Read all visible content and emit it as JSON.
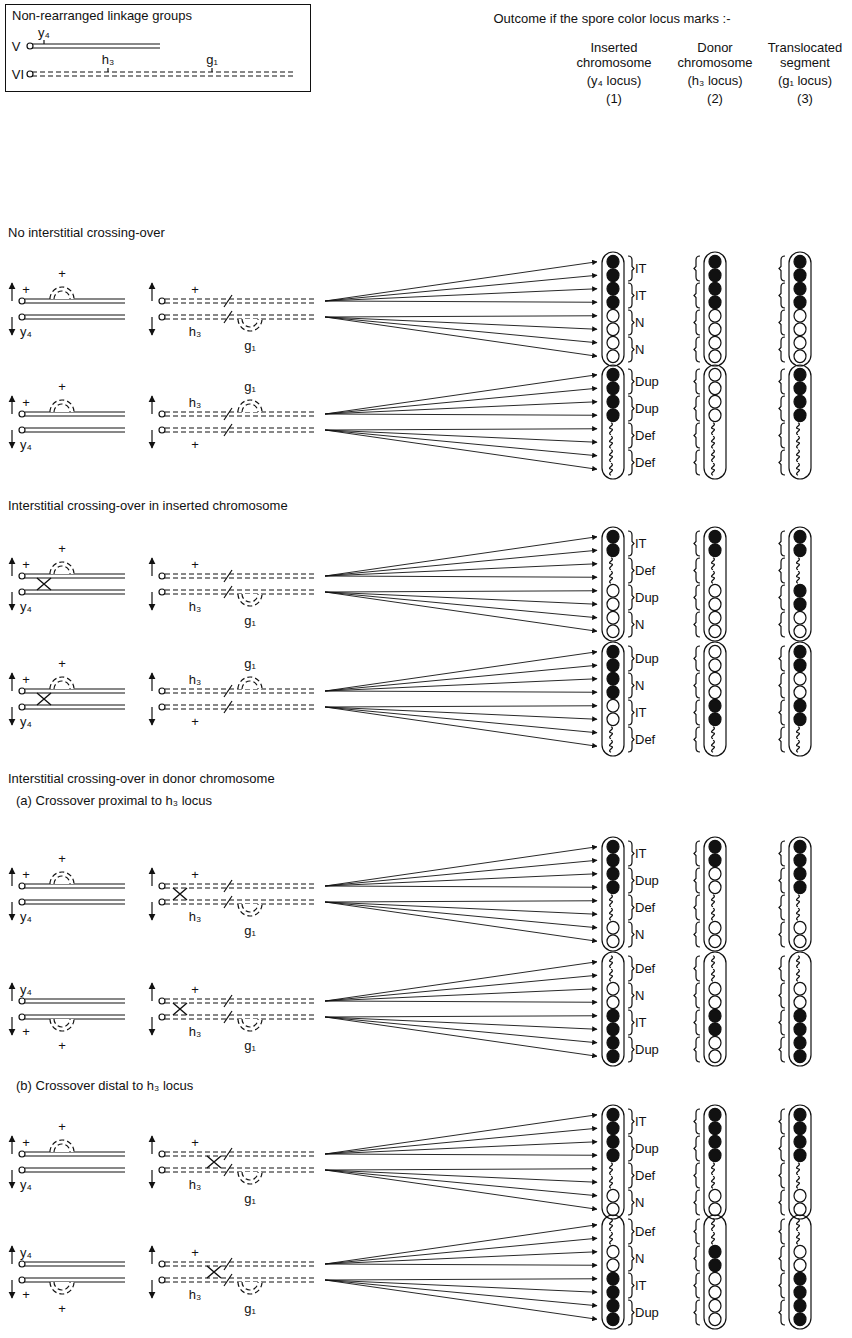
{
  "diagram": {
    "nodes": [
      {
        "text": [
          "Non-rearranged linkage groups"
        ]
      }
    ],
    "labels": [
      "V",
      "y₄",
      "VI",
      "h₃",
      "g₁",
      "Outcome if the spore color locus marks :-",
      "Inserted chromosome",
      "(y₄ locus)",
      "(1)",
      "Donor chromosome",
      "(h₃ locus)",
      "(2)",
      "Translocated segment",
      "(g₁ locus)",
      "(3)",
      "No interstitial crossing-over",
      "+",
      "+",
      "y₄",
      "+",
      "h₃",
      "g₁",
      "IT",
      "IT",
      "N",
      "N",
      "+",
      "+",
      "y₄",
      "h₃",
      "g₁",
      "+",
      "Dup",
      "Dup",
      "Def",
      "Def",
      "Interstitial crossing-over in inserted chromosome",
      "+",
      "+",
      "y₄",
      "+",
      "h₃",
      "g₁",
      "IT",
      "Def",
      "Dup",
      "N",
      "+",
      "+",
      "y₄",
      "h₃",
      "g₁",
      "+",
      "Dup",
      "N",
      "IT",
      "Def",
      "Interstitial crossing-over in donor chromosome",
      "(a) Crossover proximal to h₃ locus",
      "+",
      "+",
      "y₄",
      "+",
      "h₃",
      "g₁",
      "IT",
      "Dup",
      "Def",
      "N",
      "y₄",
      "+",
      "+",
      "+",
      "h₃",
      "g₁",
      "Def",
      "N",
      "IT",
      "Dup",
      "(b) Crossover distal to h₃ locus",
      "+",
      "+",
      "y₄",
      "+",
      "h₃",
      "g₁",
      "IT",
      "Dup",
      "Def",
      "N",
      "y₄",
      "+",
      "+",
      "+",
      "h₃",
      "g₁",
      "Def",
      "N",
      "IT",
      "Dup"
    ]
  }
}
